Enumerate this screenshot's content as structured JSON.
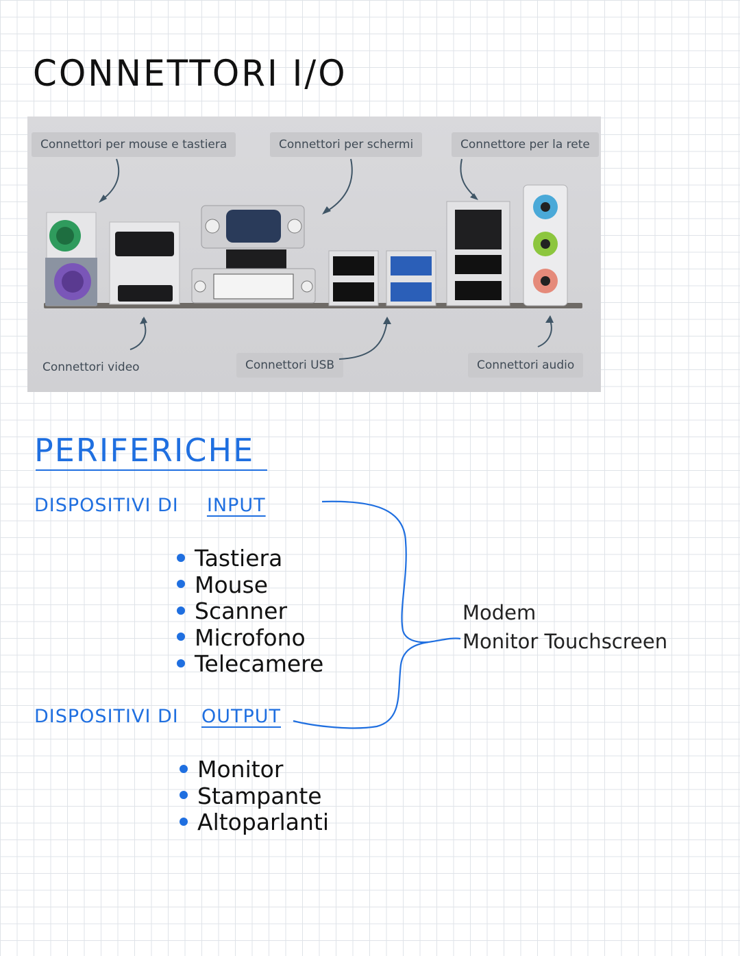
{
  "title": "CONNETTORI I/O",
  "photo": {
    "labels": {
      "mouse_keyboard": "Connettori per mouse e tastiera",
      "screens": "Connettori per schermi",
      "network": "Connettore per la rete",
      "video": "Connettori video",
      "usb": "Connettori USB",
      "audio": "Connettori audio"
    }
  },
  "section": {
    "heading": "PERIFERICHE",
    "input": {
      "prefix": "DISPOSITIVI DI",
      "keyword": "INPUT",
      "items": [
        "Tastiera",
        "Mouse",
        "Scanner",
        "Microfono",
        "Telecamere"
      ]
    },
    "output": {
      "prefix": "DISPOSITIVI DI",
      "keyword": "OUTPUT",
      "items": [
        "Monitor",
        "Stampante",
        "Altoparlanti"
      ]
    },
    "both": {
      "items": [
        "Modem",
        "Monitor Touchscreen"
      ]
    }
  },
  "colors": {
    "accent": "#1f6fe0",
    "ink": "#111111",
    "grid": "#dfe3e8"
  }
}
